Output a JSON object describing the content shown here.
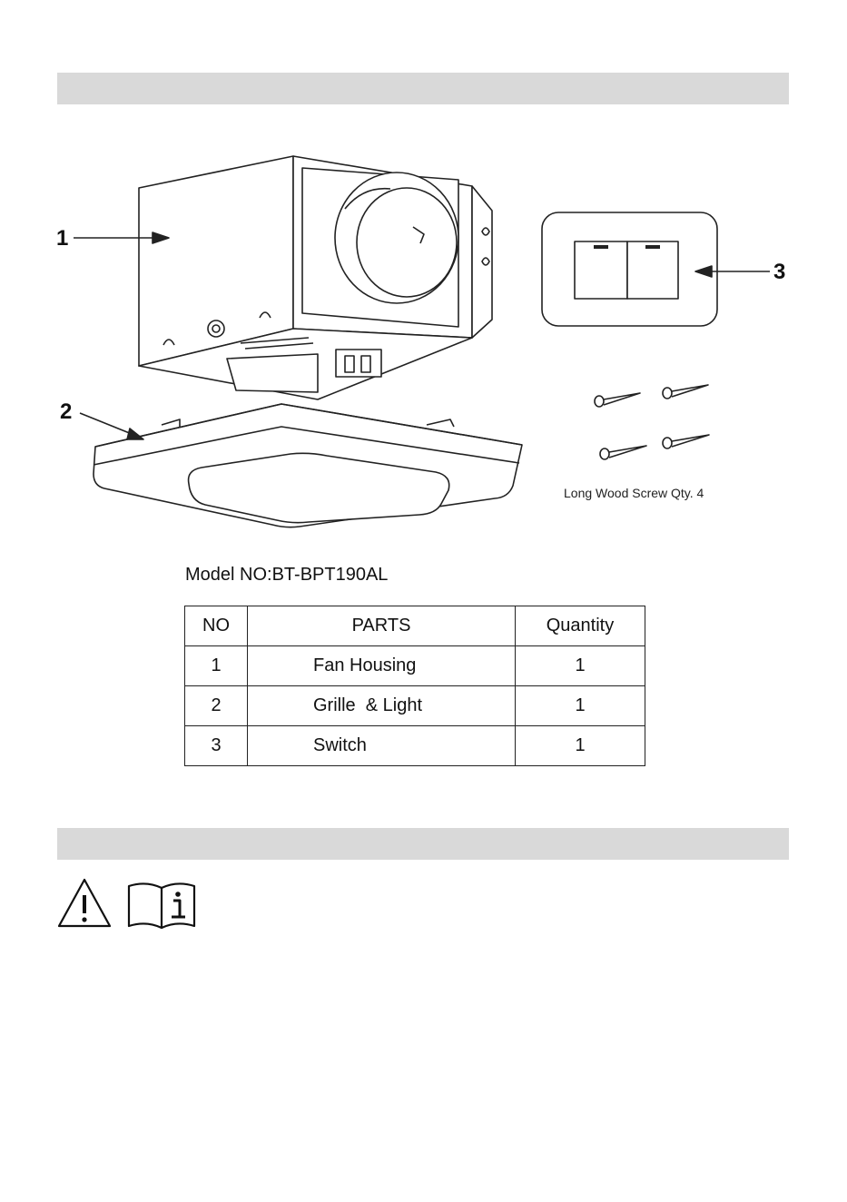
{
  "callouts": [
    "1",
    "2",
    "3"
  ],
  "screw_caption": "Long Wood Screw Qty. 4",
  "model_line": "Model NO:BT-BPT190AL",
  "table": {
    "headers": {
      "no": "NO",
      "parts": "PARTS",
      "quantity": "Quantity"
    },
    "rows": [
      {
        "no": "1",
        "part": "Fan Housing",
        "qty": "1"
      },
      {
        "no": "2",
        "part": "Grille  & Light",
        "qty": "1"
      },
      {
        "no": "3",
        "part": "Switch",
        "qty": "1"
      }
    ]
  },
  "icons": [
    "warning-icon",
    "manual-info-icon"
  ],
  "colors": {
    "section_band": "#d9d9d9",
    "line": "#222222"
  }
}
